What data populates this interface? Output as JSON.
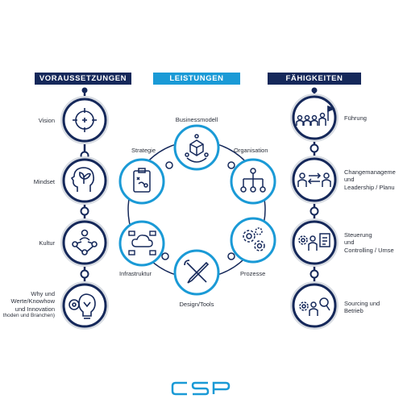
{
  "headers": {
    "left": "VORAUSSETZUNGEN",
    "center": "LEISTUNGEN",
    "right": "FÄHIGKEITEN"
  },
  "left_items": [
    {
      "label": "Vision",
      "icon": "target-icon"
    },
    {
      "label": "Mindset",
      "icon": "head-growth-icon"
    },
    {
      "label": "Kultur",
      "icon": "people-network-icon"
    },
    {
      "label_lines": [
        "Why und",
        "Werte/Knowhow",
        "und Innovation",
        "thoden und Branchen)"
      ],
      "icon": "lightbulb-gears-icon"
    }
  ],
  "center_items": [
    {
      "label": "Businessmodell",
      "icon": "network-cube-icon"
    },
    {
      "label": "Organisation",
      "icon": "org-chart-icon"
    },
    {
      "label": "Prozesse",
      "icon": "gears-icon"
    },
    {
      "label": "Design/Tools",
      "icon": "wrench-pencil-icon"
    },
    {
      "label": "Infrastruktur",
      "icon": "cloud-computers-icon"
    },
    {
      "label": "Strategie",
      "icon": "clipboard-strategy-icon"
    }
  ],
  "right_items": [
    {
      "label": "Führung",
      "icon": "team-flag-icon"
    },
    {
      "label_lines": [
        "Changemanageme",
        "und",
        "Leadership / Planu"
      ],
      "icon": "people-exchange-icon"
    },
    {
      "label_lines": [
        "Steuerung",
        "und",
        "Controlling / Umse"
      ],
      "icon": "person-gear-board-icon"
    },
    {
      "label_lines": [
        "Sourcing und",
        "Betrieb"
      ],
      "icon": "gear-magnifier-icon"
    }
  ],
  "logo_text": "CSP",
  "colors": {
    "dark_navy": "#15285a",
    "accent_blue": "#1a9ad6",
    "light_gray": "#d9dde3"
  }
}
